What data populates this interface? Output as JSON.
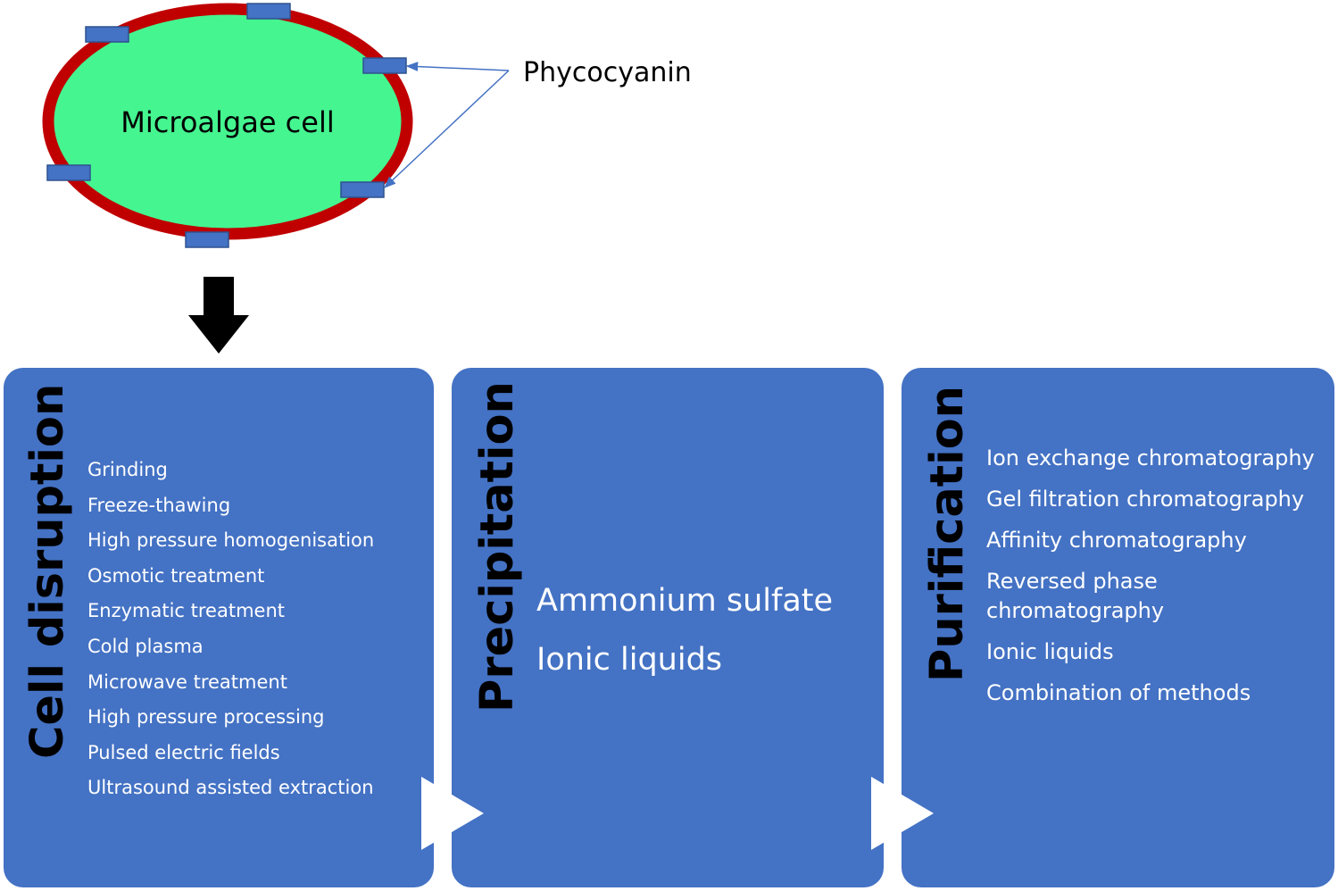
{
  "cell": {
    "label": "Microalgae cell",
    "colors": {
      "fill": "#45f590",
      "membrane": "#c00000",
      "protein": "#4472c4"
    }
  },
  "pointer_label": "Phycocyanin",
  "stages": [
    {
      "title": "Cell disruption",
      "items": [
        "Grinding",
        "Freeze-thawing",
        "High pressure homogenisation",
        "Osmotic treatment",
        "Enzymatic treatment",
        "Cold plasma",
        "Microwave treatment",
        "High pressure processing",
        "Pulsed electric fields",
        "Ultrasound assisted extraction"
      ]
    },
    {
      "title": "Precipitation",
      "items": [
        "Ammonium sulfate",
        "Ionic liquids"
      ]
    },
    {
      "title": "Purification",
      "items": [
        "Ion exchange chromatography",
        "Gel filtration chromatography",
        "Affinity chromatography",
        "Reversed phase chromatography",
        "Ionic liquids",
        "Combination of methods"
      ]
    }
  ],
  "colors": {
    "panel": "#4472c4",
    "arrow": "#000000",
    "pointer": "#4472c4"
  }
}
